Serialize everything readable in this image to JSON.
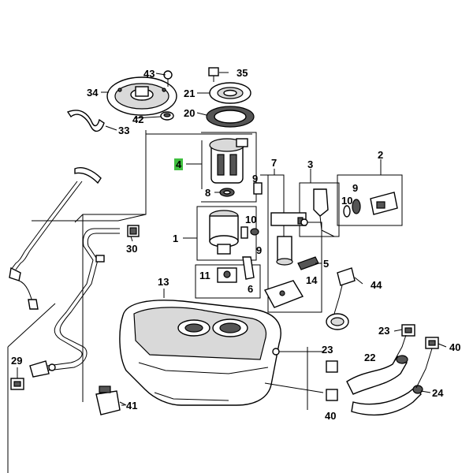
{
  "labels": {
    "l43": "43",
    "l35": "35",
    "l34": "34",
    "l21": "21",
    "l20": "20",
    "l42": "42",
    "l33": "33",
    "l4": "4",
    "l8": "8",
    "l7": "7",
    "l3": "3",
    "l2": "2",
    "l9a": "9",
    "l10a": "10",
    "l1": "1",
    "l10b": "10",
    "l9b": "9",
    "l30": "30",
    "l5": "5",
    "l11": "11",
    "l6": "6",
    "l14": "14",
    "l44": "44",
    "l13": "13",
    "l23a": "23",
    "l23b": "23",
    "l40a": "40",
    "l40b": "40",
    "l22": "22",
    "l24": "24",
    "l29": "29",
    "l41": "41"
  },
  "highlight_color": "#3fbf3f"
}
